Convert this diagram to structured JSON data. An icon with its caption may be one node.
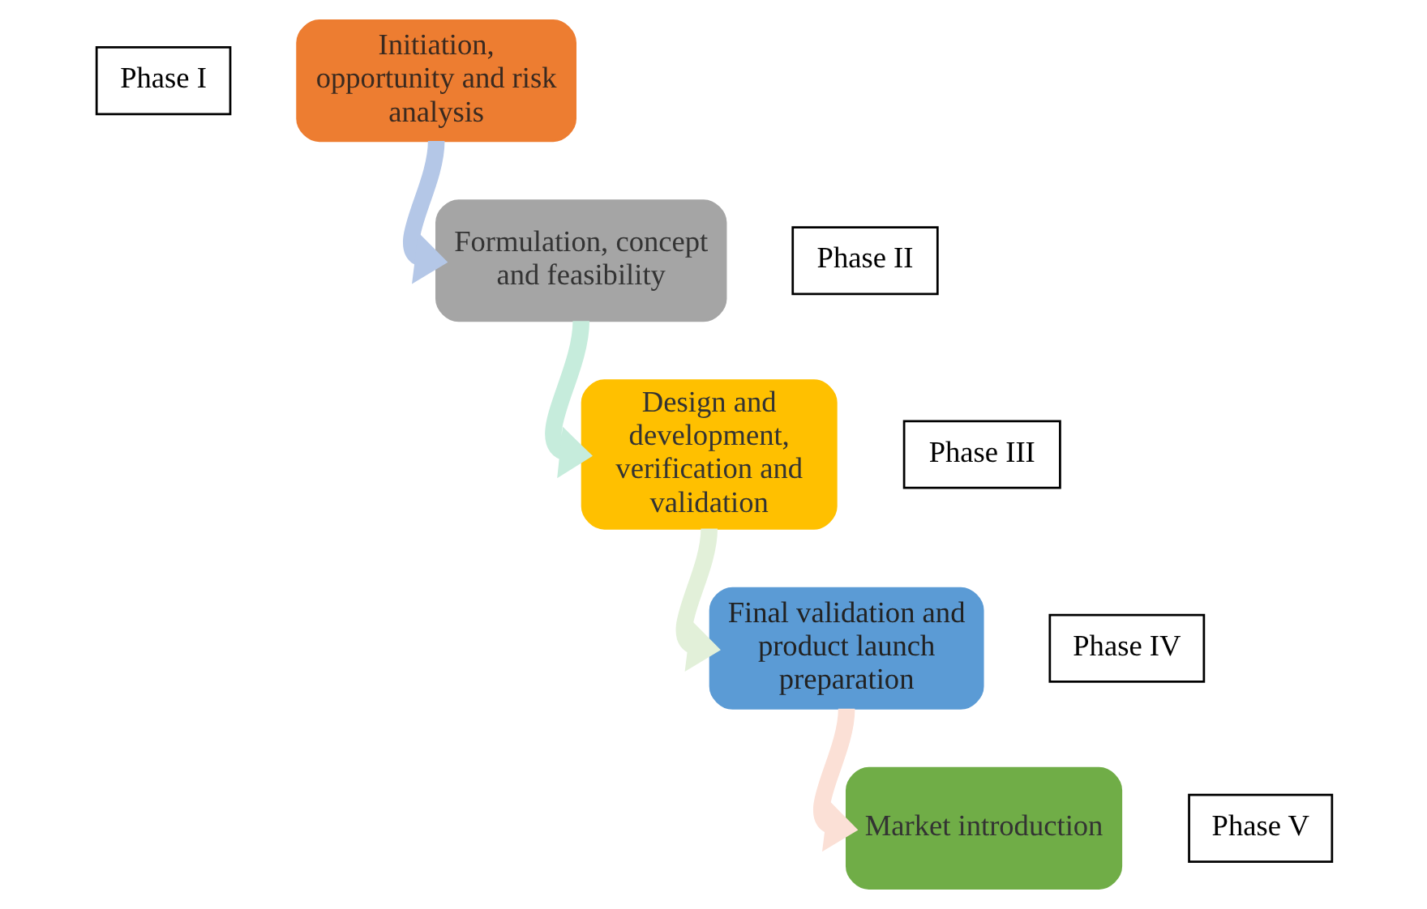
{
  "diagram": {
    "nodes": [
      {
        "text": [
          "Phase I"
        ]
      },
      {
        "text": [
          "Initiation, opportunity and risk analysis"
        ]
      },
      {
        "text": [
          "Formulation, concept and feasibility"
        ]
      },
      {
        "text": [
          "Phase II"
        ]
      },
      {
        "text": [
          "Phase III"
        ]
      },
      {
        "text": [
          "Design and development, verification and validation"
        ]
      },
      {
        "text": [
          "Final validation and product launch preparation"
        ]
      },
      {
        "text": [
          "Phase IV"
        ]
      },
      {
        "text": [
          "Phase V"
        ]
      },
      {
        "text": [
          "Market introduction"
        ]
      }
    ],
    "edges": [
      {
        "from": 1,
        "to": 2,
        "arrow": "to",
        "color": "#b4c7e7"
      },
      {
        "from": 2,
        "to": 5,
        "arrow": "to",
        "color": "#c6ecdc"
      },
      {
        "from": 5,
        "to": 6,
        "arrow": "to",
        "color": "#e2f0d9"
      },
      {
        "from": 6,
        "to": 9,
        "arrow": "to",
        "color": "#fbe0d6"
      }
    ]
  }
}
